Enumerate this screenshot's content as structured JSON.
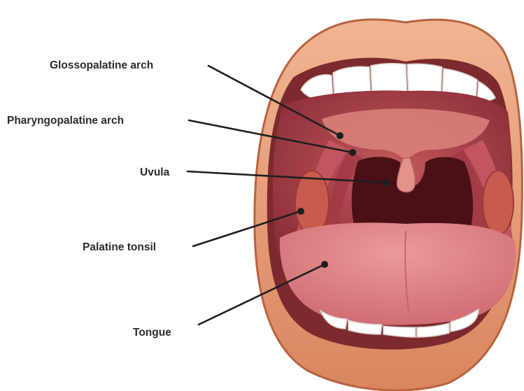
{
  "labels": {
    "glossopalatine_arch": "Glossopalatine arch",
    "pharyngopalatine_arch": "Pharyngopalatine arch",
    "uvula": "Uvula",
    "palatine_tonsil": "Palatine tonsil",
    "tongue": "Tongue"
  },
  "colors": {
    "lip": "#e8a27f",
    "lip_shadow": "#c9714f",
    "mouth_cavity": "#b2484f",
    "palate": "#d9807a",
    "throat": "#4a1016",
    "tonsil": "#c85a4e",
    "tongue": "#e3878a",
    "teeth": "#ffffff",
    "leader_line": "#1e1e1e"
  }
}
